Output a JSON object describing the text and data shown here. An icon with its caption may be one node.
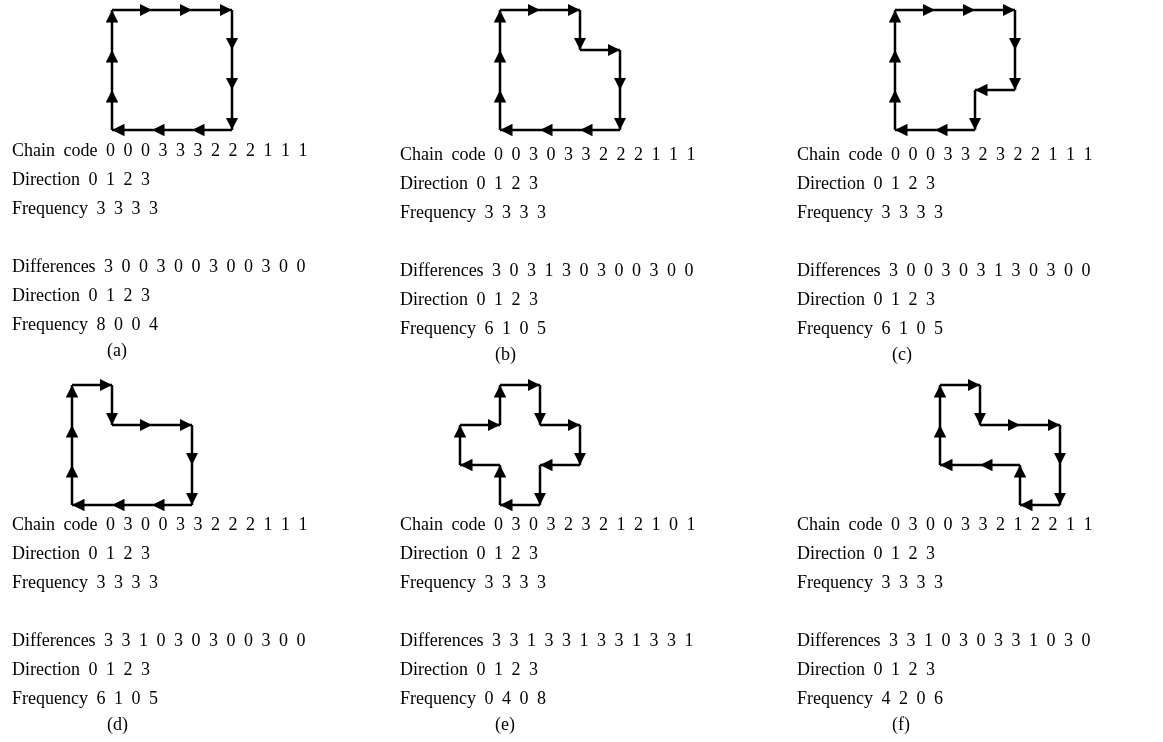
{
  "diagram": {
    "labels": [
      "Chain code 0 0 0 3 3 3 2 2 2 1 1 1",
      "Direction 0 1 2 3",
      "Frequency 3 3 3 3",
      "Differences 3 0 0 3 0 0 3 0 0 3 0 0",
      "Direction 0 1 2 3",
      "Frequency 8 0 0 4",
      "(a)",
      "Chain code 0 0 3 0 3 3 2 2 2 1 1 1",
      "Direction 0 1 2 3",
      "Frequency 3 3 3 3",
      "Differences 3 0 3 1 3 0 3 0 0 3 0 0",
      "Direction 0 1 2 3",
      "Frequency 6 1 0 5",
      "(b)",
      "Chain code 0 0 0 3 3 2 3 2 2 1 1 1",
      "Direction 0 1 2 3",
      "Frequency 3 3 3 3",
      "Differences 3 0 0 3 0 3 1 3 0 3 0 0",
      "Direction 0 1 2 3",
      "Frequency 6 1 0 5",
      "(c)",
      "Chain code 0 3 0 0 3 3 2 2 2 1 1 1",
      "Direction 0 1 2 3",
      "Frequency 3 3 3 3",
      "Differences 3 3 1 0 3 0 3 0 0 3 0 0",
      "Direction 0 1 2 3",
      "Frequency 6 1 0 5",
      "(d)",
      "Chain code 0 3 0 3 2 3 2 1 2 1 0 1",
      "Direction 0 1 2 3",
      "Frequency 3 3 3 3",
      "Differences 3 3 1 3 3 1 3 3 1 3 3 1",
      "Direction 0 1 2 3",
      "Frequency 0 4 0 8",
      "(e)",
      "Chain code 0 3 0 0 3 3 2 1 2 2 1 1",
      "Direction 0 1 2 3",
      "Frequency 3 3 3 3",
      "Differences 3 3 1 0 3 0 3 3 1 0 3 0",
      "Direction 0 1 2 3",
      "Frequency 4 2 0 6",
      "(f)"
    ]
  }
}
